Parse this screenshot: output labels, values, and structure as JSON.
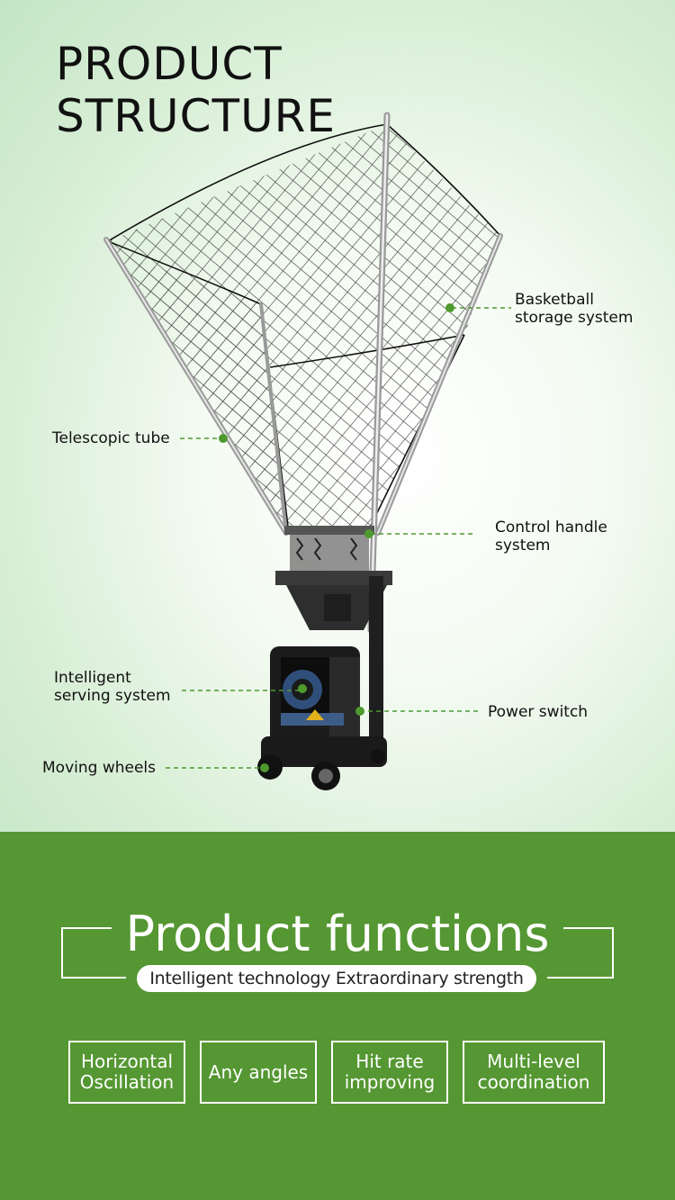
{
  "structure": {
    "title_line1": "PRODUCT",
    "title_line2": "STRUCTURE",
    "labels": {
      "storage": "Basketball storage system",
      "telescopic": "Telescopic tube",
      "control": "Control handle system",
      "serving": "Intelligent serving system",
      "power": "Power switch",
      "wheels": "Moving wheels"
    },
    "marker_color": "#4e9a2e"
  },
  "functions": {
    "title": "Product functions",
    "subtitle": "Intelligent technology  Extraordinary strength",
    "features": [
      "Horizontal Oscillation",
      "Any angles",
      "Hit rate improving",
      "Multi-level coordination"
    ],
    "background_color": "#559732"
  }
}
